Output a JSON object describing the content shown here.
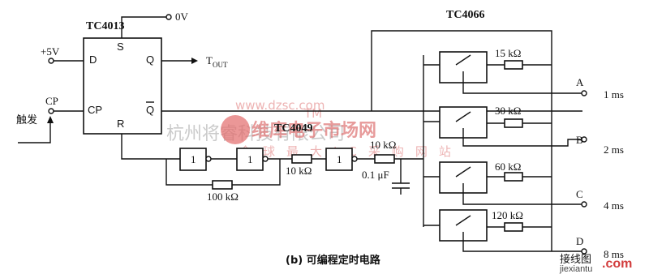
{
  "chips": {
    "flipflop": "TC4013",
    "inverter": "TC4049",
    "switch": "TC4066"
  },
  "flipflop_pins": {
    "d": "D",
    "s": "S",
    "q": "Q",
    "cp": "CP",
    "r": "R",
    "qbar": "Q"
  },
  "supply": {
    "vcc": "+5V",
    "gnd": "0V"
  },
  "signals": {
    "tout_main": "T",
    "tout_sub": "OUT",
    "cp": "CP",
    "trigger": "触发"
  },
  "inverters": {
    "g1": "1",
    "g2": "1",
    "g3": "1"
  },
  "components": {
    "r_feedback": "100 kΩ",
    "r_series1": "10 kΩ",
    "r_series2": "10 kΩ",
    "cap": "0.1 μF",
    "r_a": "15 kΩ",
    "r_b": "30 kΩ",
    "r_c": "60 kΩ",
    "r_d": "120 kΩ"
  },
  "outputs": {
    "a_label": "A",
    "b_label": "B",
    "c_label": "C",
    "d_label": "D",
    "a_time": "1 ms",
    "b_time": "2 ms",
    "c_time": "4 ms",
    "d_time": "8 ms"
  },
  "caption": "(b) 可编程定时电路",
  "watermark": {
    "company": "杭州将睿科技有限公司",
    "brand": "维库电子市场网",
    "slogan": "全球最大IC采购网站",
    "site_cn": "接线图",
    "site_url": "jiexiantu",
    "site_com": ".com",
    "logo_tm": "TM",
    "logo_url": "www.dzsc.com"
  }
}
